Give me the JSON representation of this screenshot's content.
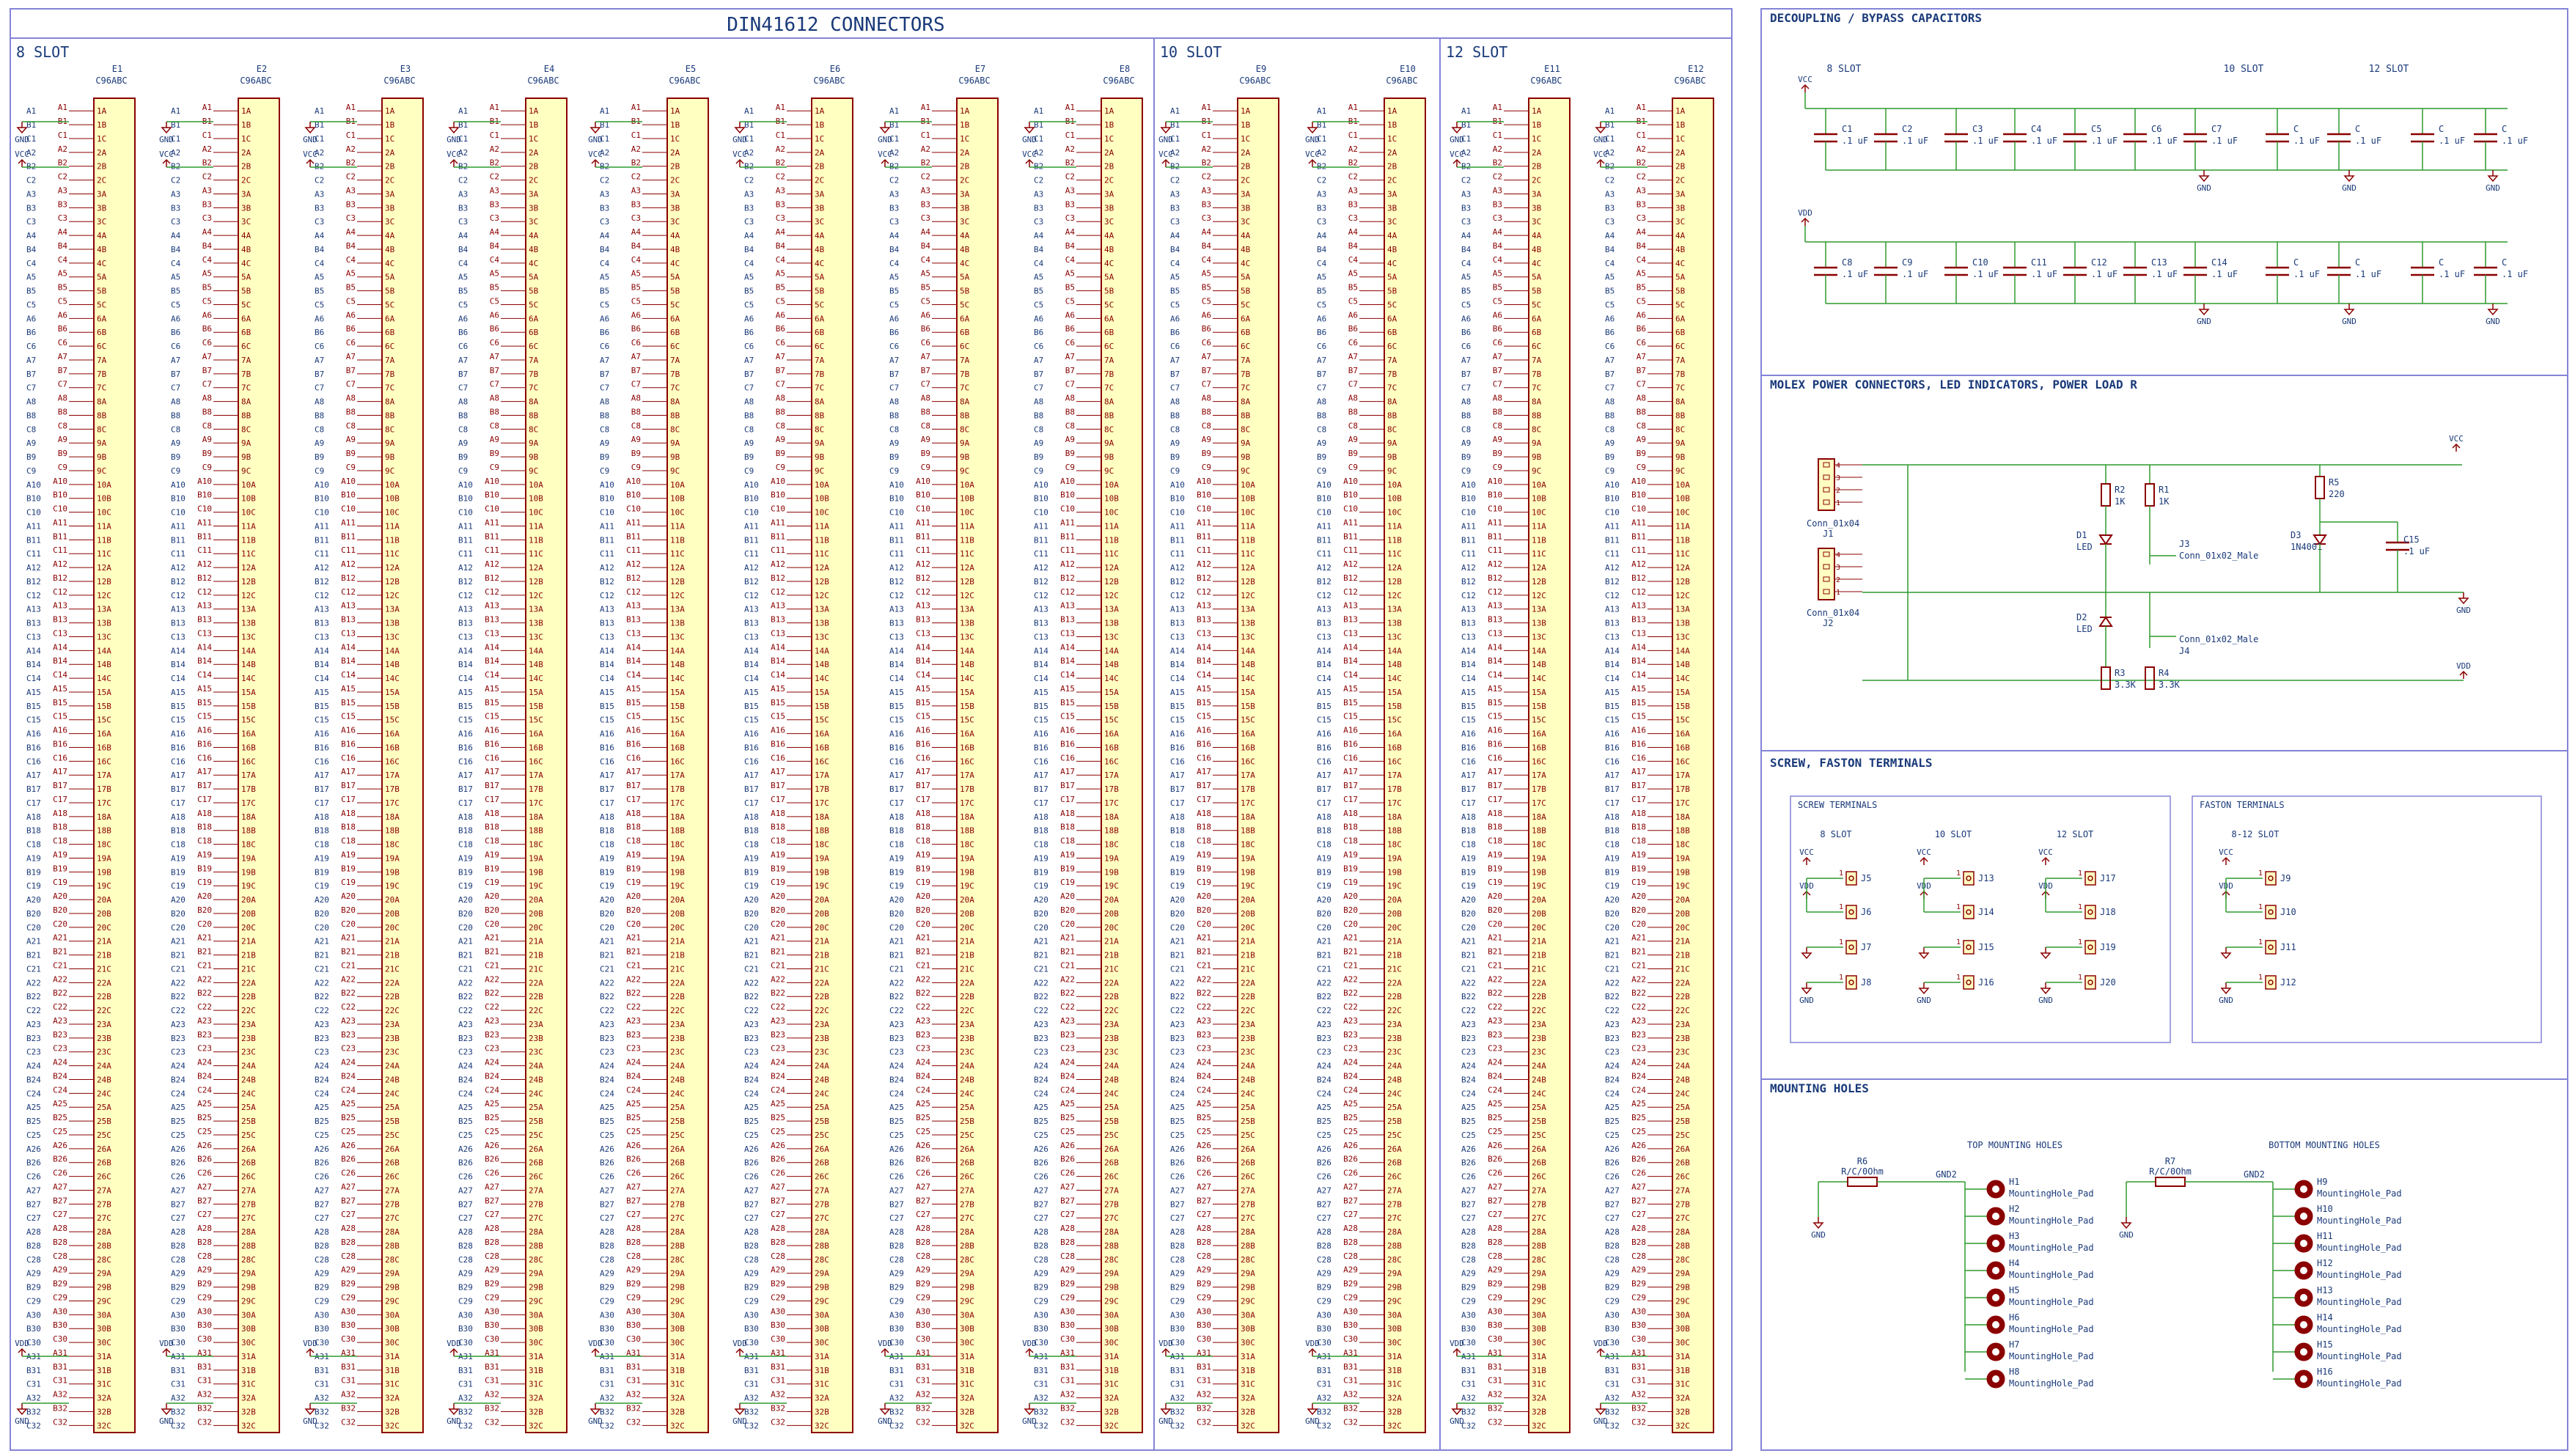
{
  "main": {
    "title": "DIN41612 CONNECTORS",
    "groups": [
      {
        "label": "8 SLOT"
      },
      {
        "label": "10 SLOT"
      },
      {
        "label": "12 SLOT"
      }
    ],
    "connectors": [
      {
        "ref": "E1",
        "value": "C96ABC"
      },
      {
        "ref": "E2",
        "value": "C96ABC"
      },
      {
        "ref": "E3",
        "value": "C96ABC"
      },
      {
        "ref": "E4",
        "value": "C96ABC"
      },
      {
        "ref": "E5",
        "value": "C96ABC"
      },
      {
        "ref": "E6",
        "value": "C96ABC"
      },
      {
        "ref": "E7",
        "value": "C96ABC"
      },
      {
        "ref": "E8",
        "value": "C96ABC"
      },
      {
        "ref": "E9",
        "value": "C96ABC"
      },
      {
        "ref": "E10",
        "value": "C96ABC"
      },
      {
        "ref": "E11",
        "value": "C96ABC"
      },
      {
        "ref": "E12",
        "value": "C96ABC"
      }
    ],
    "power_labels": {
      "gnd": "GND",
      "vcc": "VCC",
      "vdd": "VDD"
    }
  },
  "decoupling": {
    "title": "DECOUPLING / BYPASS CAPACITORS",
    "slot_labels": [
      "8 SLOT",
      "10 SLOT",
      "12 SLOT"
    ],
    "rail1": "VCC",
    "rail2": "VDD",
    "gnd": "GND",
    "row1": [
      {
        "ref": "C1",
        "val": ".1 uF"
      },
      {
        "ref": "C2",
        "val": ".1 uF"
      },
      {
        "ref": "C3",
        "val": ".1 uF"
      },
      {
        "ref": "C4",
        "val": ".1 uF"
      },
      {
        "ref": "C5",
        "val": ".1 uF"
      },
      {
        "ref": "C6",
        "val": ".1 uF"
      },
      {
        "ref": "C7",
        "val": ".1 uF"
      },
      {
        "ref": "C",
        "val": ".1 uF"
      },
      {
        "ref": "C",
        "val": ".1 uF"
      },
      {
        "ref": "C",
        "val": ".1 uF"
      },
      {
        "ref": "C",
        "val": ".1 uF"
      }
    ],
    "row2": [
      {
        "ref": "C8",
        "val": ".1 uF"
      },
      {
        "ref": "C9",
        "val": ".1 uF"
      },
      {
        "ref": "C10",
        "val": ".1 uF"
      },
      {
        "ref": "C11",
        "val": ".1 uF"
      },
      {
        "ref": "C12",
        "val": ".1 uF"
      },
      {
        "ref": "C13",
        "val": ".1 uF"
      },
      {
        "ref": "C14",
        "val": ".1 uF"
      },
      {
        "ref": "C",
        "val": ".1 uF"
      },
      {
        "ref": "C",
        "val": ".1 uF"
      },
      {
        "ref": "C",
        "val": ".1 uF"
      },
      {
        "ref": "C",
        "val": ".1 uF"
      }
    ]
  },
  "molex": {
    "title": "MOLEX POWER CONNECTORS, LED INDICATORS, POWER LOAD R",
    "j1_ref": "J1",
    "j1_val": "Conn_01x04",
    "j2_ref": "J2",
    "j2_val": "Conn_01x04",
    "pins": [
      "4",
      "3",
      "2",
      "1"
    ],
    "r2": "R2",
    "r2_val": "1K",
    "r1": "R1",
    "r1_val": "1K",
    "r5": "R5",
    "r5_val": "220",
    "d1": "D1",
    "d1_val": "LED",
    "d2": "D2",
    "d2_val": "LED",
    "d3": "D3",
    "d3_val": "1N4001",
    "c15": "C15",
    "c15_val": ".1 uF",
    "j3": "J3",
    "j3_val": "Conn_01x02_Male",
    "j4": "J4",
    "j4_val": "Conn_01x02_Male",
    "r3": "R3",
    "r3_val": "3.3K",
    "r4": "R4",
    "r4_val": "3.3K",
    "vcc": "VCC",
    "gnd": "GND",
    "vdd": "VDD"
  },
  "screw": {
    "title": "SCREW, FASTON TERMINALS",
    "screw_box": "SCREW TERMINALS",
    "faston_box": "FASTON TERMINALS",
    "slot8": "8 SLOT",
    "slot10": "10 SLOT",
    "slot12": "12 SLOT",
    "slot812": "8-12 SLOT",
    "col8": [
      "J5",
      "J6",
      "J7",
      "J8"
    ],
    "col10": [
      "J13",
      "J14",
      "J15",
      "J16"
    ],
    "col12": [
      "J17",
      "J18",
      "J19",
      "J20"
    ],
    "colF": [
      "J9",
      "J10",
      "J11",
      "J12"
    ],
    "vcc": "VCC",
    "vdd": "VDD",
    "gnd": "GND",
    "pin": "1"
  },
  "mounting": {
    "title": "MOUNTING HOLES",
    "top_label": "TOP MOUNTING HOLES",
    "bottom_label": "BOTTOM MOUNTING HOLES",
    "r6": "R6",
    "r7": "R7",
    "r_val": "R/C/0Ohm",
    "gnd2": "GND2",
    "gnd": "GND",
    "pad": "MountingHole_Pad",
    "top": [
      "H1",
      "H2",
      "H3",
      "H4",
      "H5",
      "H6",
      "H7",
      "H8"
    ],
    "bottom": [
      "H9",
      "H10",
      "H11",
      "H12",
      "H13",
      "H14",
      "H15",
      "H16"
    ]
  },
  "colors": {
    "frame": "#8484d8",
    "wire": "#2f9a2f",
    "part": "#8b0000",
    "fill": "#ffffc2",
    "text": "#1a3a7a",
    "pin": "#8b0000"
  }
}
